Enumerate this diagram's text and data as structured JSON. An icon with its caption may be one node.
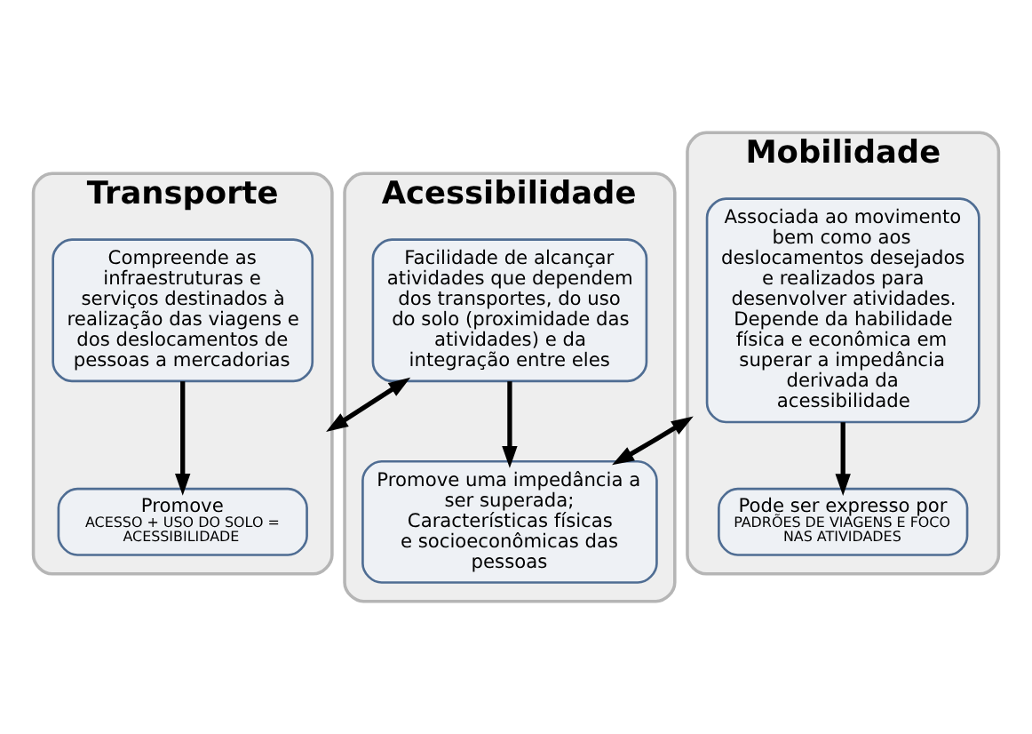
{
  "diagram": {
    "nodes": [
      {
        "text": [
          "Transporte"
        ]
      },
      {
        "text": [
          "Compreende as infraestruturas e serviços destinados à realização das viagens e dos deslocamentos de pessoas a mercadorias"
        ],
        "in": 0
      },
      {
        "text": [
          "Promove",
          "ACESSO + USO DO SOLO = ACESSIBILIDADE"
        ],
        "in": 0
      },
      {
        "text": [
          "Acessibilidade"
        ]
      },
      {
        "text": [
          "Facilidade de alcançar atividades que dependem dos transportes, do uso do solo (proximidade das atividades) e da integração entre eles"
        ],
        "in": 3
      },
      {
        "text": [
          "Promove uma impedância a ser superada; Características físicas e socioeconômicas das pessoas"
        ],
        "in": 3
      },
      {
        "text": [
          "Mobilidade"
        ]
      },
      {
        "text": [
          "Associada ao movimento bem como aos deslocamentos desejados e realizados para desenvolver atividades. Depende da habilidade física e econômica em superar a impedância derivada da acessibilidade"
        ],
        "in": 6
      },
      {
        "text": [
          "Pode ser expresso por",
          "PADRÕES DE VIAGENS E FOCO NAS ATIVIDADES"
        ],
        "in": 6
      }
    ],
    "edges": [
      {
        "from": 1,
        "to": 2,
        "arrow": "to"
      },
      {
        "from": 0,
        "to": 4,
        "arrow": "both"
      },
      {
        "from": 4,
        "to": 5,
        "arrow": "to"
      },
      {
        "from": 5,
        "to": 6,
        "arrow": "both"
      },
      {
        "from": 7,
        "to": 8,
        "arrow": "to"
      }
    ]
  }
}
